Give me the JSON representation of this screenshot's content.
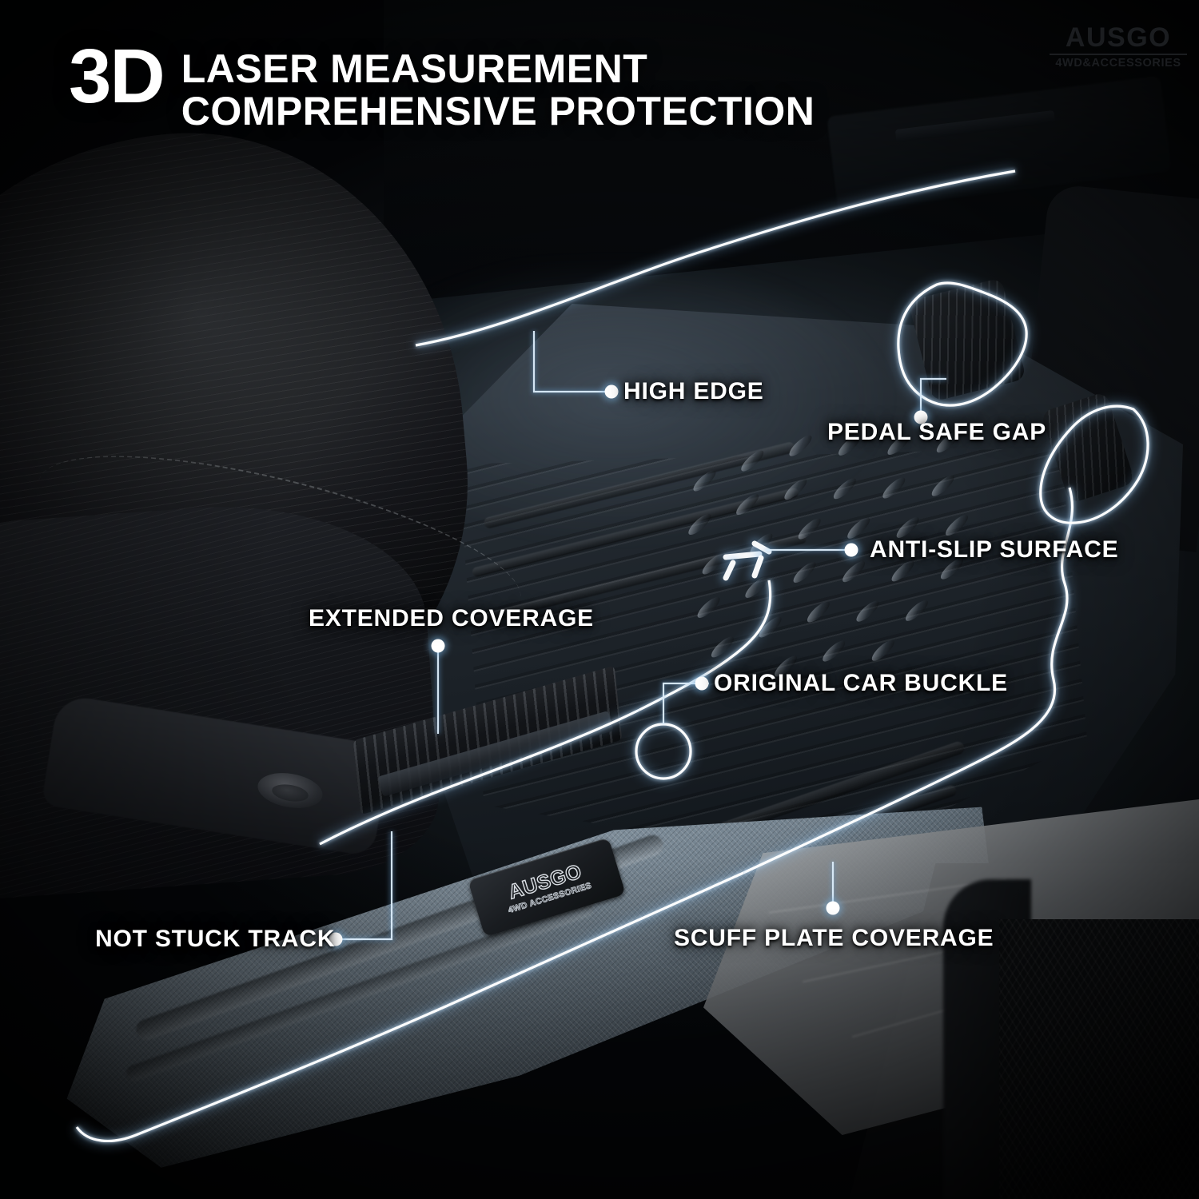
{
  "header": {
    "title_prefix": "3D",
    "title_line1": "LASER MEASUREMENT",
    "title_line2": "COMPREHENSIVE PROTECTION"
  },
  "brand": {
    "name": "AUSGO",
    "tagline": "4WD&ACCESSORIES"
  },
  "product_badge": {
    "name": "AUSGO",
    "tagline": "4WD ACCESSORIES"
  },
  "callouts": [
    {
      "id": "high-edge",
      "label": "HIGH EDGE"
    },
    {
      "id": "pedal-safe-gap",
      "label": "PEDAL SAFE GAP"
    },
    {
      "id": "anti-slip-surface",
      "label": "ANTI-SLIP SURFACE"
    },
    {
      "id": "extended-coverage",
      "label": "EXTENDED COVERAGE"
    },
    {
      "id": "original-car-buckle",
      "label": "ORIGINAL CAR BUCKLE"
    },
    {
      "id": "not-stuck-track",
      "label": "NOT STUCK TRACK"
    },
    {
      "id": "scuff-plate-coverage",
      "label": "SCUFF PLATE COVERAGE"
    }
  ],
  "colors": {
    "background": "#050506",
    "text": "#ffffff",
    "glow_outline": "#ffffff",
    "glow_halo": "#7fb6e8",
    "leader_line": "#dcedfb",
    "logo": "#1b1d20"
  }
}
